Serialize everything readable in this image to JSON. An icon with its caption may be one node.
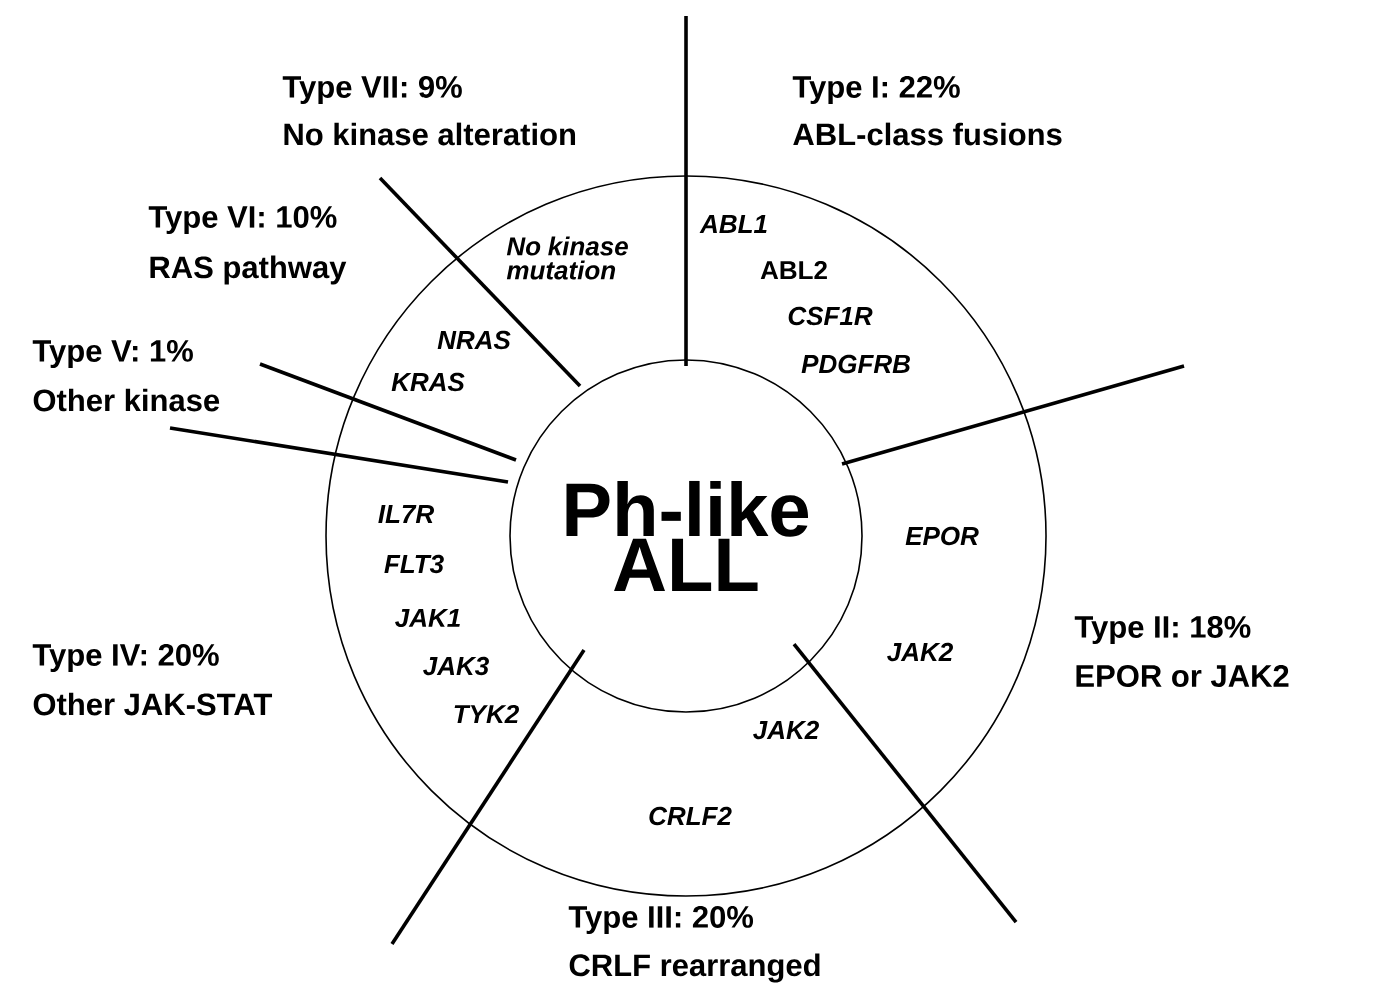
{
  "diagram": {
    "nodes": [
      {
        "text": [],
        "shape": "circle"
      },
      {
        "text": [
          "Ph-like ALL"
        ],
        "in": 0
      }
    ],
    "labels": [
      "Type VII: 9%",
      "No kinase alteration",
      "Type I: 22%",
      "ABL-class fusions",
      "Type VI: 10%",
      "RAS pathway",
      "No kinase mutation",
      "ABL1",
      "ABL2",
      "CSF1R",
      "NRAS",
      "KRAS",
      "PDGFRB",
      "Type V: 1%",
      "Other kinase",
      "IL7R",
      "EPOR",
      "FLT3",
      "JAK1",
      "JAK3",
      "Type IV: 20%",
      "Other JAK-STAT",
      "Type II: 18%",
      "EPOR or JAK2",
      "JAK2",
      "TYK2",
      "JAK2",
      "CRLF2",
      "Type III: 20%",
      "CRLF rearranged"
    ]
  }
}
